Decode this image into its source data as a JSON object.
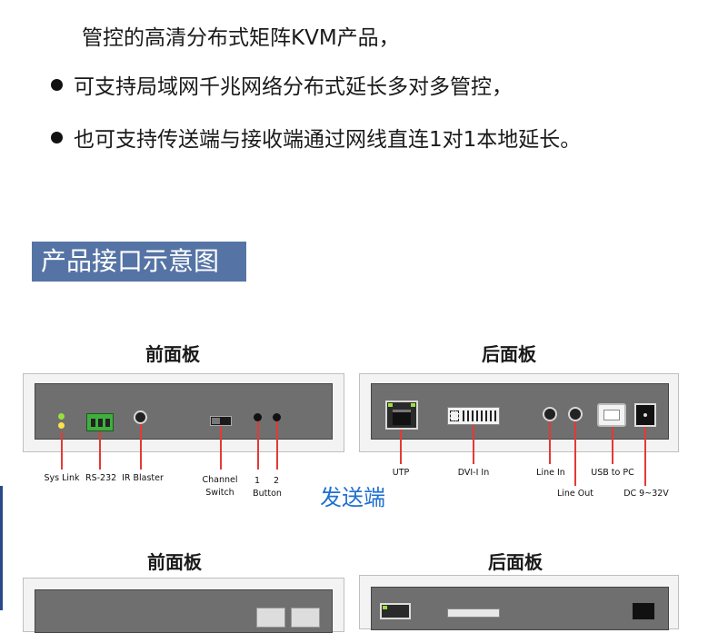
{
  "intro_line": "管控的高清分布式矩阵KVM产品，",
  "bullets": [
    "可支持局域网千兆网络分布式延长多对多管控，",
    "也可支持传送端与接收端通过网线直连1对1本地延长。"
  ],
  "section_title": "产品接口示意图",
  "front_panel_title": "前面板",
  "rear_panel_title": "后面板",
  "front_labels": {
    "sys_link": "Sys Link",
    "rs232": "RS-232",
    "ir_blaster": "IR Blaster",
    "channel": "Channel",
    "switch": "Switch",
    "btn1": "1",
    "btn2": "2",
    "button": "Button"
  },
  "rear_labels": {
    "utp": "UTP",
    "dvi_in": "DVI-I In",
    "line_in": "Line In",
    "line_out": "Line Out",
    "usb_to_pc": "USB to PC",
    "dc": "DC 9~32V"
  },
  "sender_label": "发送端",
  "front_panel_title_2": "前面板",
  "rear_panel_title_2": "后面板",
  "colors": {
    "header_bg": "#5574a5",
    "sender_text": "#1f6fd1",
    "callout_line": "#e53935"
  }
}
